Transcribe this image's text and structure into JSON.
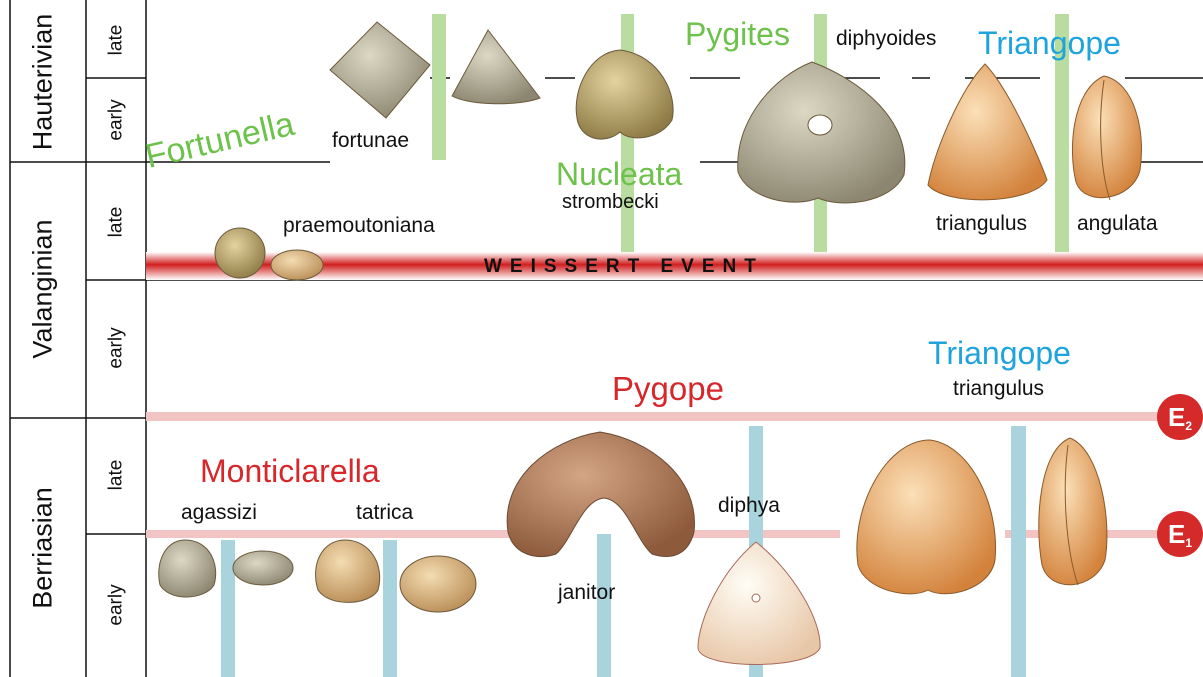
{
  "stages": {
    "hauterivian": "Hauterivian",
    "valanginian": "Valanginian",
    "berriasian": "Berriasian"
  },
  "substages": {
    "late": "late",
    "early": "early"
  },
  "event_label": "WEISSERT EVENT",
  "genera": {
    "fortunella": "Fortunella",
    "nucleata": "Nucleata",
    "pygites": "Pygites",
    "triangope_top": "Triangope",
    "pygope": "Pygope",
    "triangope_mid": "Triangope",
    "monticlarella": "Monticlarella"
  },
  "species": {
    "fortunae": "fortunae",
    "praemoutoniana": "praemoutoniana",
    "strombecki": "strombecki",
    "diphyoides": "diphyoides",
    "triangulus_top": "triangulus",
    "angulata": "angulata",
    "triangulus_mid": "triangulus",
    "agassizi": "agassizi",
    "tatrica": "tatrica",
    "janitor": "janitor",
    "diphya": "diphya"
  },
  "badges": {
    "e2_letter": "E",
    "e2_sub": "2",
    "e1_letter": "E",
    "e1_sub": "1"
  },
  "colors": {
    "green_genus": "#6cc24a",
    "blue_genus": "#1ea3dc",
    "red_genus": "#d6282b",
    "green_bar": "#b9dca1",
    "blue_bar": "#a9d3dd",
    "pink_band": "#f2c4c4",
    "event_red": "#d11f1f",
    "badge_red": "#d42a2a"
  }
}
